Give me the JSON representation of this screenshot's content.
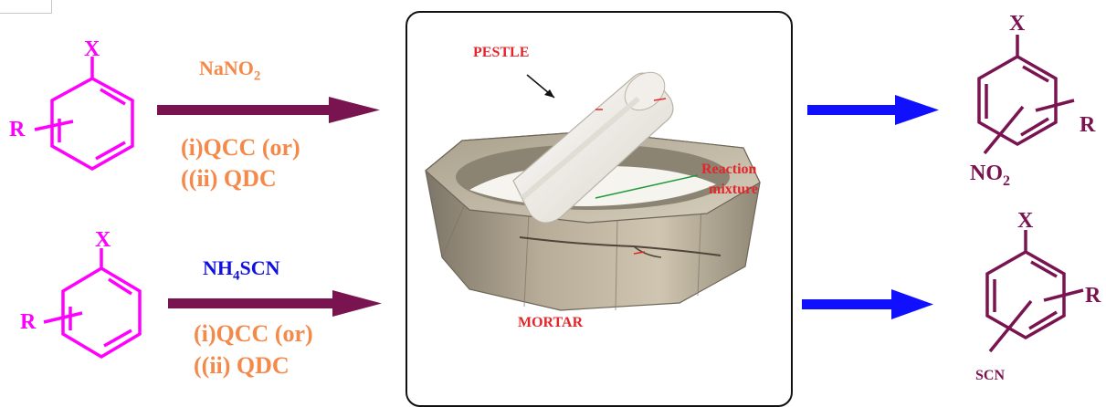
{
  "colors": {
    "reactant": "#ff00ff",
    "product": "#7a1450",
    "reagent_orange": "#f4894a",
    "reagent_blue": "#1010e0",
    "arrow_left": "#7a1450",
    "arrow_right": "#1010ff",
    "photo_label": "#e3262b"
  },
  "reaction_top": {
    "reactant": {
      "sub_x": "X",
      "sub_r": "R"
    },
    "reagent_main": "NaNO",
    "reagent_main_sub": "2",
    "catalyst_1": "(i)QCC (or)",
    "catalyst_2": "((ii) QDC",
    "product": {
      "sub_x": "X",
      "sub_r": "R",
      "group": "NO",
      "group_sub": "2"
    }
  },
  "reaction_bottom": {
    "reactant": {
      "sub_x": "X",
      "sub_r": "R"
    },
    "reagent_main_a": "NH",
    "reagent_main_sub": "4",
    "reagent_main_b": "SCN",
    "catalyst_1": "(i)QCC (or)",
    "catalyst_2": "((ii) QDC",
    "product": {
      "sub_x": "X",
      "sub_r": "R",
      "group": "SCN"
    }
  },
  "apparatus": {
    "pestle_label": "PESTLE",
    "mixture_label_1": "Reaction",
    "mixture_label_2": "mixture",
    "mortar_label": "MORTAR"
  }
}
